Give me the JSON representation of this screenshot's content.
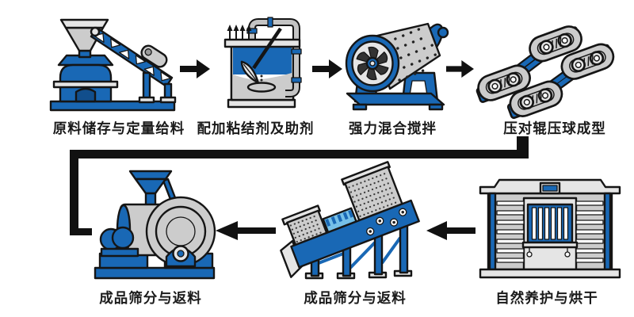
{
  "colors": {
    "machine_blue": "#1968b5",
    "machine_blue_dark": "#114e8c",
    "machine_gray": "#cccccc",
    "machine_light_gray": "#e5e5e5",
    "light_blue": "#76c0e8",
    "outline": "#151515",
    "arrow_black": "#111111",
    "bg": "#ffffff",
    "text": "#1a1a1a"
  },
  "flow": {
    "top_row": [
      {
        "id": "raw-material-feeding",
        "label": "原料储存与定量给料",
        "icon": "hopper-belt-feeder-icon"
      },
      {
        "id": "binder-dosing",
        "label": "配加粘结剂及助剂",
        "icon": "binder-mixing-tank-icon"
      },
      {
        "id": "intensive-mixing",
        "label": "强力混合搅拌",
        "icon": "rotary-drum-mixer-icon"
      },
      {
        "id": "roller-briquetting",
        "label": "压对辊压球成型",
        "icon": "double-roller-press-icon"
      }
    ],
    "bottom_row": [
      {
        "id": "product-screening-return-left",
        "label": "成品筛分与返料",
        "icon": "ball-mill-icon"
      },
      {
        "id": "product-screening-return",
        "label": "成品筛分与返料",
        "icon": "vibrating-screen-icon"
      },
      {
        "id": "natural-curing-drying",
        "label": "自然养护与烘干",
        "icon": "curing-drying-room-icon"
      }
    ],
    "arrows": {
      "top_row_direction": "right",
      "bottom_row_direction": "left",
      "connector_path": "from-roller-press-down-left-to-ball-mill"
    }
  }
}
